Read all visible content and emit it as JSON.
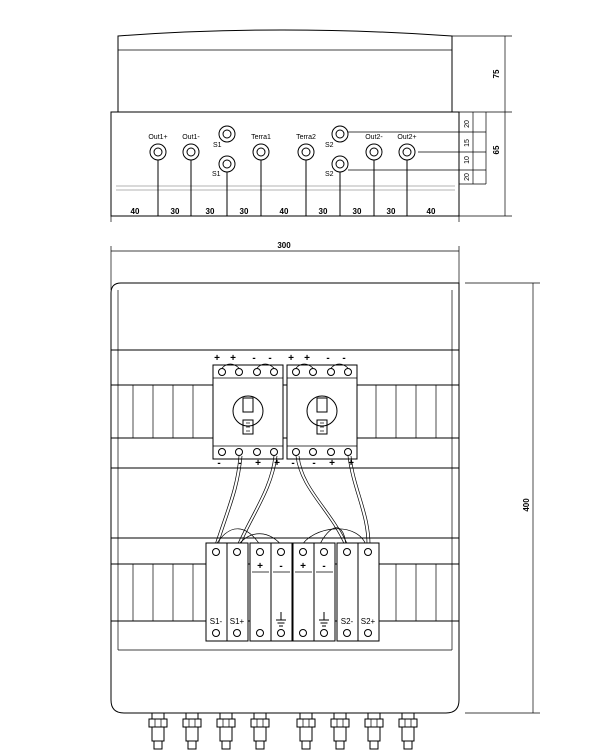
{
  "side_view": {
    "labels": {
      "out1_plus": "Out1+",
      "out1_minus": "Out1-",
      "s1_top": "S1",
      "s1_bottom": "S1",
      "terra1": "Terra1",
      "terra2": "Terra2",
      "s2_top": "S2",
      "s2_bottom": "S2",
      "out2_minus": "Out2-",
      "out2_plus": "Out2+"
    },
    "height_dims": {
      "lid": "75",
      "body": "65",
      "top_gap": "20",
      "mid_a": "15",
      "mid_b": "10",
      "bottom_gap": "20"
    },
    "spacing_dims": [
      "40",
      "30",
      "30",
      "30",
      "40",
      "30",
      "30",
      "30",
      "40"
    ]
  },
  "front_view": {
    "width_dim": "300",
    "height_dim": "400",
    "switch_top_signs": [
      "+",
      "+",
      "-",
      "-",
      "+",
      "+",
      "-",
      "-"
    ],
    "switch_bottom_signs": [
      "-",
      "-",
      "+",
      "+",
      "-",
      "-",
      "+",
      "+"
    ],
    "terminal_labels": {
      "s1_minus": "S1-",
      "s1_plus": "S1+",
      "s2_minus": "S2-",
      "s2_plus": "S2+"
    },
    "spd_signs": [
      "+",
      "-",
      "+",
      "-"
    ]
  }
}
